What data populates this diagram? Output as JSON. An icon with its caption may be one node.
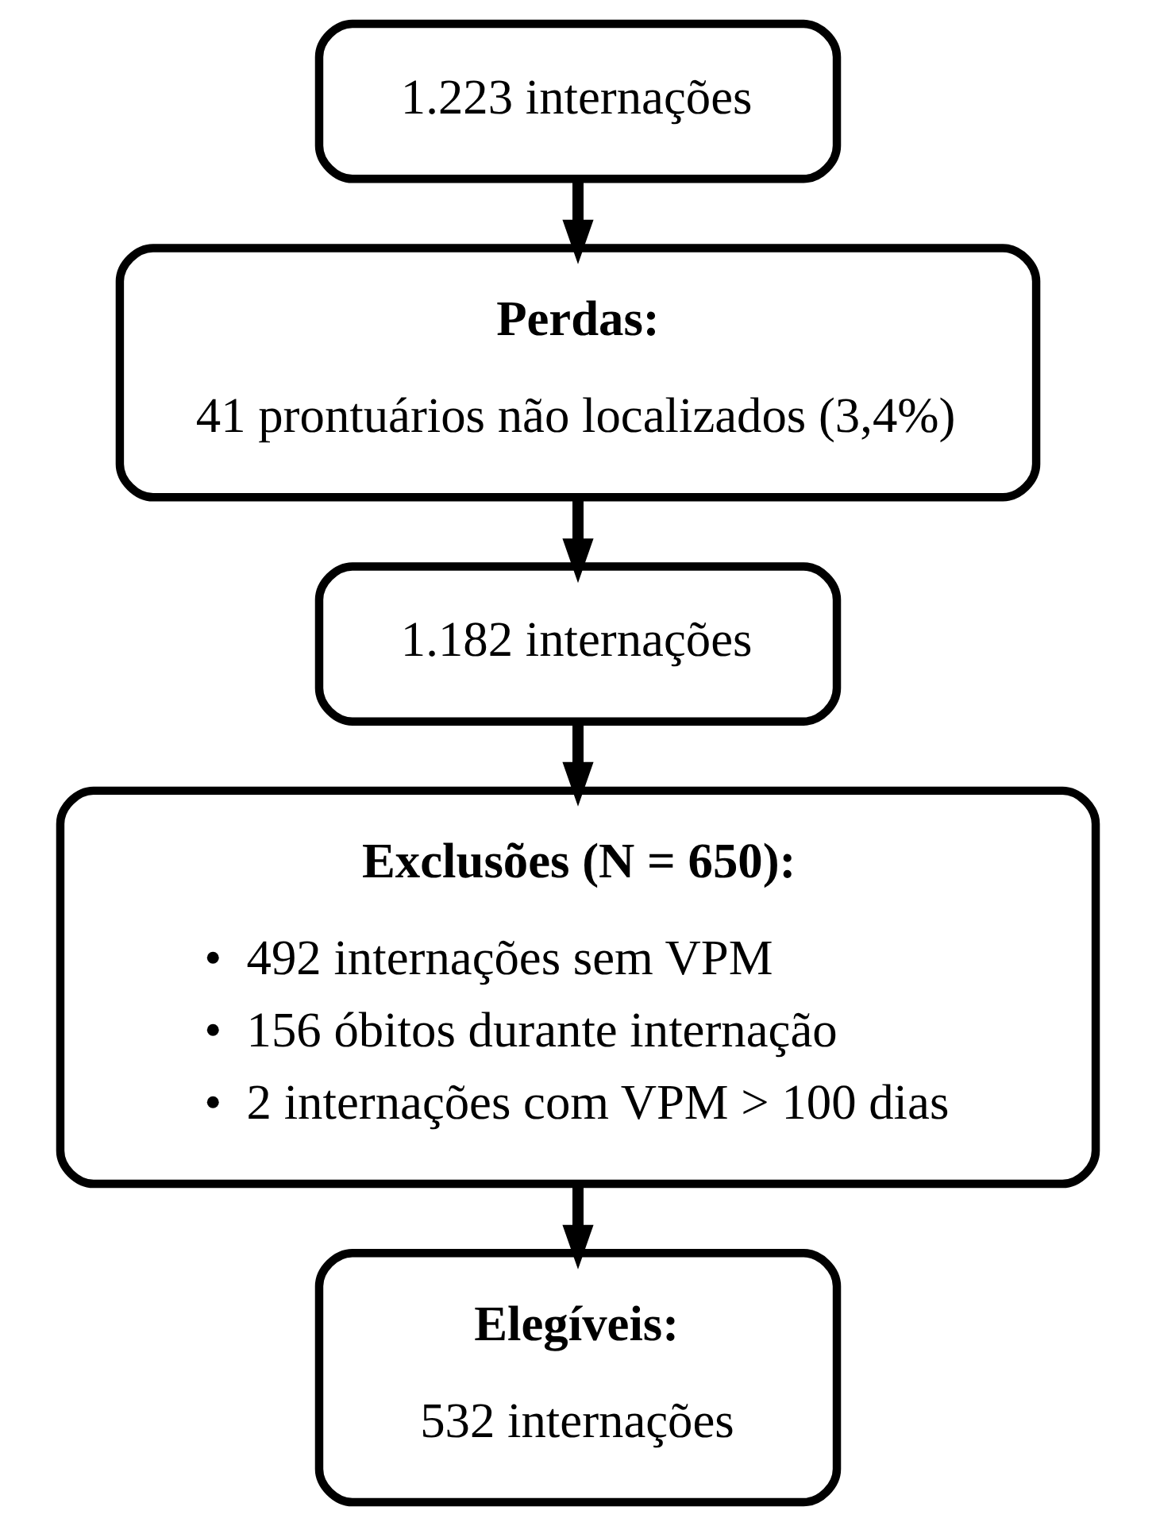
{
  "diagram": {
    "nodes": [
      {
        "text": [
          "1.223 internações"
        ]
      },
      {
        "text": [
          "Perdas:",
          "41 prontuários não localizados (3,4%)"
        ]
      },
      {
        "text": [
          "1.182 internações"
        ]
      },
      {
        "text": [
          "Exclusões (N = 650):",
          "•  492 internações sem VPM",
          "•  156 óbitos durante internação",
          "•  2 internações com VPM > 100 dias"
        ]
      },
      {
        "text": [
          "Elegíveis:",
          "532 internações"
        ]
      }
    ],
    "edges": [
      {
        "from": 0,
        "to": 1,
        "arrow": "to"
      },
      {
        "from": 1,
        "to": 2,
        "arrow": "to"
      },
      {
        "from": 2,
        "to": 3,
        "arrow": "to"
      },
      {
        "from": 3,
        "to": 4,
        "arrow": "to"
      }
    ]
  }
}
